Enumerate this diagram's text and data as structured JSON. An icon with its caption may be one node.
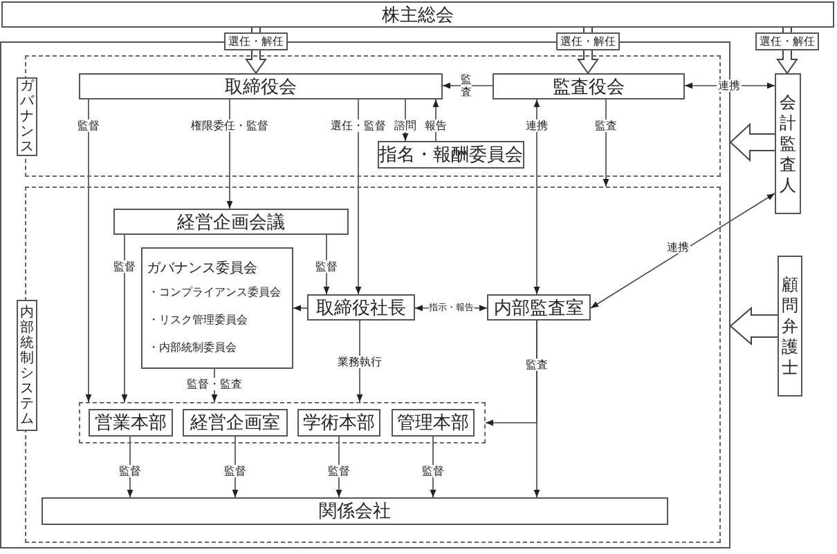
{
  "diagram": {
    "nodes": [
      {
        "text": [
          "株主総会"
        ]
      },
      {
        "text": [],
        "shape": "box"
      },
      {
        "text": [
          "ガバナンス"
        ],
        "in": 1
      },
      {
        "text": [
          "取締役会"
        ],
        "in": 2
      },
      {
        "text": [
          "監査役会"
        ],
        "in": 2
      },
      {
        "text": [
          "指名・報酬委員会"
        ],
        "in": 2
      },
      {
        "text": [
          "会計監査人"
        ]
      },
      {
        "text": [
          "内部統制システム"
        ],
        "in": 1
      },
      {
        "text": [
          "経営企画会議"
        ],
        "in": 7
      },
      {
        "text": [
          "ガバナンス委員会",
          "・コンプライアンス委員会",
          "・リスク管理委員会",
          "・内部統制委員会"
        ],
        "in": 7
      },
      {
        "text": [
          "取締役社長"
        ],
        "in": 7
      },
      {
        "text": [
          "内部監査室"
        ],
        "in": 7
      },
      {
        "text": [],
        "shape": "box",
        "in": 7
      },
      {
        "text": [
          "営業本部"
        ],
        "in": 12
      },
      {
        "text": [
          "経営企画室"
        ],
        "in": 12
      },
      {
        "text": [
          "学術本部"
        ],
        "in": 12
      },
      {
        "text": [
          "管理本部"
        ],
        "in": 12
      },
      {
        "text": [
          "関係会社"
        ],
        "in": 7
      },
      {
        "text": [
          "顧問弁護士"
        ]
      }
    ],
    "edges": [
      {
        "from": 0,
        "to": 3,
        "arrow": "to",
        "style": "thick",
        "label": "選任・解任"
      },
      {
        "from": 0,
        "to": 4,
        "arrow": "to",
        "style": "thick",
        "label": "選任・解任"
      },
      {
        "from": 0,
        "to": 6,
        "arrow": "to",
        "style": "thick",
        "label": "選任・解任"
      },
      {
        "from": 4,
        "to": 3,
        "arrow": "to",
        "label": "監査"
      },
      {
        "from": 4,
        "to": 6,
        "arrow": "both",
        "label": "連携"
      },
      {
        "from": 3,
        "to": 12,
        "arrow": "to",
        "label": "監督"
      },
      {
        "from": 3,
        "to": 8,
        "arrow": "to",
        "label": "権限委任・監督"
      },
      {
        "from": 3,
        "to": 10,
        "arrow": "to",
        "label": "選任・監督"
      },
      {
        "from": 3,
        "to": 5,
        "arrow": "to",
        "label": "諮問"
      },
      {
        "from": 5,
        "to": 3,
        "arrow": "to",
        "label": "報告"
      },
      {
        "from": 4,
        "to": 11,
        "arrow": "both",
        "label": "連携"
      },
      {
        "from": 4,
        "to": 7,
        "arrow": "to",
        "label": "監査"
      },
      {
        "from": 6,
        "to": 11,
        "arrow": "both",
        "label": "連携"
      },
      {
        "from": 8,
        "to": 12,
        "arrow": "to",
        "label": "監督"
      },
      {
        "from": 8,
        "to": 10,
        "arrow": "to",
        "label": "監督"
      },
      {
        "from": 10,
        "to": 9,
        "arrow": "to"
      },
      {
        "from": 10,
        "to": 11,
        "arrow": "both",
        "label": "指示・報告"
      },
      {
        "from": 10,
        "to": 12,
        "arrow": "to",
        "label": "業務執行"
      },
      {
        "from": 9,
        "to": 12,
        "arrow": "to",
        "label": "監督・監査"
      },
      {
        "from": 11,
        "to": 12,
        "arrow": "to",
        "label": "監査"
      },
      {
        "from": 11,
        "to": 17,
        "arrow": "to"
      },
      {
        "from": 13,
        "to": 17,
        "arrow": "to",
        "label": "監督"
      },
      {
        "from": 14,
        "to": 17,
        "arrow": "to",
        "label": "監督"
      },
      {
        "from": 15,
        "to": 17,
        "arrow": "to",
        "label": "監督"
      },
      {
        "from": 16,
        "to": 17,
        "arrow": "to",
        "label": "監督"
      },
      {
        "from": 6,
        "to": 1,
        "arrow": "to",
        "style": "thick"
      },
      {
        "from": 18,
        "to": 1,
        "arrow": "to",
        "style": "thick"
      }
    ]
  }
}
